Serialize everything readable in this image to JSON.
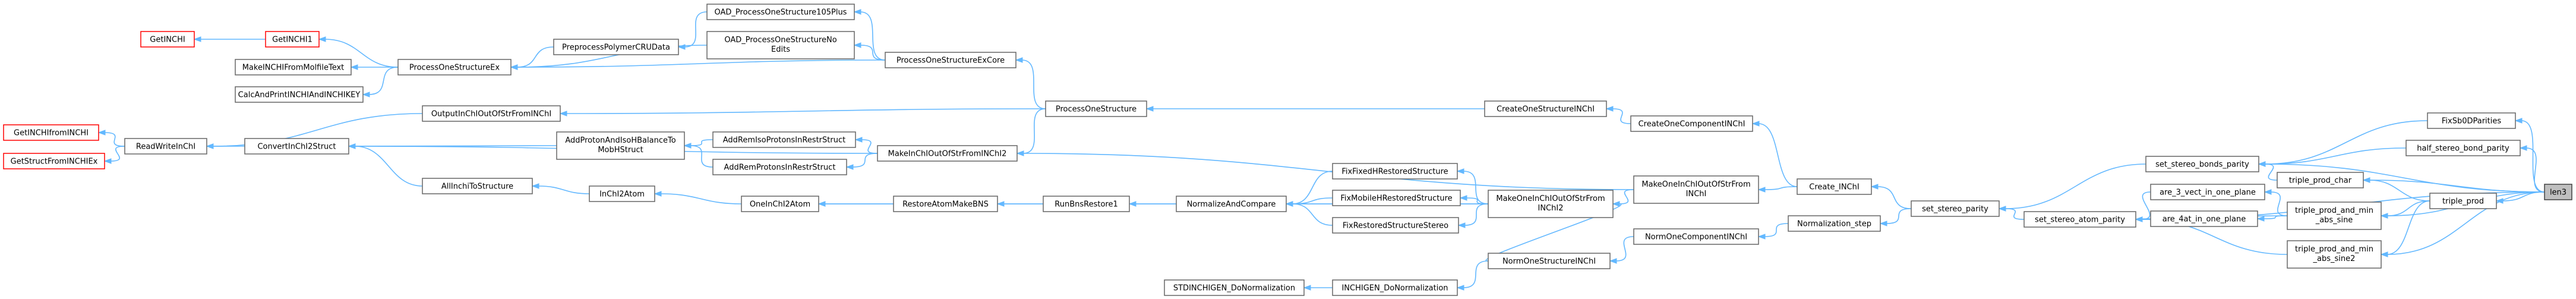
{
  "graph": {
    "colors": {
      "edge": "#63b8ff",
      "node_border": "#666666",
      "root_fill": "#bfbfbf",
      "red_border": "#ff0000"
    },
    "nodes": [
      {
        "id": "GetINCHI",
        "label": "GetINCHI",
        "style": "red"
      },
      {
        "id": "GetINCHI1",
        "label": "GetINCHI1",
        "style": "red"
      },
      {
        "id": "MakeINCHIFromMolfileText",
        "label": "MakeINCHIFromMolfileText"
      },
      {
        "id": "CalcAndPrintINCHIAndINCHIKEY",
        "label": "CalcAndPrintINCHIAndINCHIKEY"
      },
      {
        "id": "ProcessOneStructureEx",
        "label": "ProcessOneStructureEx"
      },
      {
        "id": "PreprocessPolymerCRUData",
        "label": "PreprocessPolymerCRUData"
      },
      {
        "id": "OAD_ProcessOneStructure105Plus",
        "label": "OAD_ProcessOneStructure105Plus"
      },
      {
        "id": "OAD_ProcessOneStructureNoEdits",
        "label": "OAD_ProcessOneStructureNo",
        "label2": "Edits"
      },
      {
        "id": "ProcessOneStructureExCore",
        "label": "ProcessOneStructureExCore"
      },
      {
        "id": "GetINCHIfromINCHI",
        "label": "GetINCHIfromINCHI",
        "style": "red"
      },
      {
        "id": "GetStructFromINCHIEx",
        "label": "GetStructFromINCHIEx",
        "style": "red"
      },
      {
        "id": "ReadWriteInChI",
        "label": "ReadWriteInChI"
      },
      {
        "id": "OutputInChIOutOfStrFromINChI",
        "label": "OutputInChIOutOfStrFromINChI"
      },
      {
        "id": "ConvertInChI2Struct",
        "label": "ConvertInChI2Struct"
      },
      {
        "id": "AddProtonAndIsoHBalanceToMobHStruct",
        "label": "AddProtonAndIsoHBalanceTo",
        "label2": "MobHStruct"
      },
      {
        "id": "AddRemIsoProtonsInRestrStruct",
        "label": "AddRemIsoProtonsInRestrStruct"
      },
      {
        "id": "AddRemProtonsInRestrStruct",
        "label": "AddRemProtonsInRestrStruct"
      },
      {
        "id": "MakeInChIOutOfStrFromINChI2",
        "label": "MakeInChIOutOfStrFromINChI2"
      },
      {
        "id": "ProcessOneStructure",
        "label": "ProcessOneStructure"
      },
      {
        "id": "CreateOneStructureINChI",
        "label": "CreateOneStructureINChI"
      },
      {
        "id": "CreateOneComponentINChI",
        "label": "CreateOneComponentINChI"
      },
      {
        "id": "AllInchiToStructure",
        "label": "AllInchiToStructure"
      },
      {
        "id": "InChI2Atom",
        "label": "InChI2Atom"
      },
      {
        "id": "OneInChI2Atom",
        "label": "OneInChI2Atom"
      },
      {
        "id": "RestoreAtomMakeBNS",
        "label": "RestoreAtomMakeBNS"
      },
      {
        "id": "RunBnsRestore1",
        "label": "RunBnsRestore1"
      },
      {
        "id": "NormalizeAndCompare",
        "label": "NormalizeAndCompare"
      },
      {
        "id": "FixFixedHRestoredStructure",
        "label": "FixFixedHRestoredStructure"
      },
      {
        "id": "FixMobileHRestoredStructure",
        "label": "FixMobileHRestoredStructure"
      },
      {
        "id": "FixRestoredStructureStereo",
        "label": "FixRestoredStructureStereo"
      },
      {
        "id": "MakeOneInChIOutOfStrFromINChI2",
        "label": "MakeOneInChIOutOfStrFrom",
        "label2": "INChI2"
      },
      {
        "id": "MakeOneInChIOutOfStrFromINChI",
        "label": "MakeOneInChIOutOfStrFrom",
        "label2": "INChI"
      },
      {
        "id": "Create_INChI",
        "label": "Create_INChI"
      },
      {
        "id": "STDINCHIGEN_DoNormalization",
        "label": "STDINCHIGEN_DoNormalization"
      },
      {
        "id": "INCHIGEN_DoNormalization",
        "label": "INCHIGEN_DoNormalization"
      },
      {
        "id": "NormOneStructureINChI",
        "label": "NormOneStructureINChI"
      },
      {
        "id": "NormOneComponentINChI",
        "label": "NormOneComponentINChI"
      },
      {
        "id": "Normalization_step",
        "label": "Normalization_step"
      },
      {
        "id": "set_stereo_parity",
        "label": "set_stereo_parity"
      },
      {
        "id": "set_stereo_bonds_parity",
        "label": "set_stereo_bonds_parity"
      },
      {
        "id": "set_stereo_atom_parity",
        "label": "set_stereo_atom_parity"
      },
      {
        "id": "are_3_vect_in_one_plane",
        "label": "are_3_vect_in_one_plane"
      },
      {
        "id": "are_4at_in_one_plane",
        "label": "are_4at_in_one_plane"
      },
      {
        "id": "triple_prod_char",
        "label": "triple_prod_char"
      },
      {
        "id": "triple_prod_and_min_abs_sine",
        "label": "triple_prod_and_min",
        "label2": "_abs_sine"
      },
      {
        "id": "triple_prod_and_min_abs_sine2",
        "label": "triple_prod_and_min",
        "label2": "_abs_sine2"
      },
      {
        "id": "FixSb0DParities",
        "label": "FixSb0DParities"
      },
      {
        "id": "half_stereo_bond_parity",
        "label": "half_stereo_bond_parity"
      },
      {
        "id": "triple_prod",
        "label": "triple_prod"
      },
      {
        "id": "len3",
        "label": "len3",
        "style": "root"
      }
    ],
    "edges": [
      [
        "GetINCHI1",
        "GetINCHI"
      ],
      [
        "ProcessOneStructureEx",
        "GetINCHI1"
      ],
      [
        "ProcessOneStructureEx",
        "MakeINCHIFromMolfileText"
      ],
      [
        "ProcessOneStructureEx",
        "CalcAndPrintINCHIAndINCHIKEY"
      ],
      [
        "PreprocessPolymerCRUData",
        "ProcessOneStructureEx"
      ],
      [
        "OAD_ProcessOneStructureNoEdits",
        "ProcessOneStructureEx"
      ],
      [
        "ProcessOneStructureExCore",
        "ProcessOneStructureEx"
      ],
      [
        "OAD_ProcessOneStructure105Plus",
        "PreprocessPolymerCRUData"
      ],
      [
        "ProcessOneStructureExCore",
        "OAD_ProcessOneStructure105Plus"
      ],
      [
        "ProcessOneStructureExCore",
        "OAD_ProcessOneStructureNoEdits"
      ],
      [
        "ProcessOneStructure",
        "ProcessOneStructureExCore"
      ],
      [
        "ReadWriteInChI",
        "GetINCHIfromINCHI"
      ],
      [
        "ReadWriteInChI",
        "GetStructFromINCHIEx"
      ],
      [
        "OutputInChIOutOfStrFromINChI",
        "ReadWriteInChI"
      ],
      [
        "ConvertInChI2Struct",
        "ReadWriteInChI"
      ],
      [
        "ProcessOneStructure",
        "OutputInChIOutOfStrFromINChI"
      ],
      [
        "AddProtonAndIsoHBalanceToMobHStruct",
        "ConvertInChI2Struct"
      ],
      [
        "AllInchiToStructure",
        "ConvertInChI2Struct"
      ],
      [
        "MakeInChIOutOfStrFromINChI2",
        "ConvertInChI2Struct"
      ],
      [
        "AddRemIsoProtonsInRestrStruct",
        "AddProtonAndIsoHBalanceToMobHStruct"
      ],
      [
        "AddRemProtonsInRestrStruct",
        "AddProtonAndIsoHBalanceToMobHStruct"
      ],
      [
        "MakeInChIOutOfStrFromINChI2",
        "AddRemIsoProtonsInRestrStruct"
      ],
      [
        "MakeInChIOutOfStrFromINChI2",
        "AddRemProtonsInRestrStruct"
      ],
      [
        "ProcessOneStructure",
        "MakeInChIOutOfStrFromINChI2"
      ],
      [
        "MakeOneInChIOutOfStrFromINChI",
        "MakeInChIOutOfStrFromINChI2"
      ],
      [
        "CreateOneStructureINChI",
        "ProcessOneStructure"
      ],
      [
        "CreateOneComponentINChI",
        "CreateOneStructureINChI"
      ],
      [
        "Create_INChI",
        "CreateOneComponentINChI"
      ],
      [
        "InChI2Atom",
        "AllInchiToStructure"
      ],
      [
        "OneInChI2Atom",
        "InChI2Atom"
      ],
      [
        "RestoreAtomMakeBNS",
        "OneInChI2Atom"
      ],
      [
        "MakeOneInChIOutOfStrFromINChI2",
        "OneInChI2Atom"
      ],
      [
        "RunBnsRestore1",
        "RestoreAtomMakeBNS"
      ],
      [
        "NormalizeAndCompare",
        "RunBnsRestore1"
      ],
      [
        "FixFixedHRestoredStructure",
        "NormalizeAndCompare"
      ],
      [
        "FixMobileHRestoredStructure",
        "NormalizeAndCompare"
      ],
      [
        "FixRestoredStructureStereo",
        "NormalizeAndCompare"
      ],
      [
        "MakeOneInChIOutOfStrFromINChI2",
        "NormalizeAndCompare"
      ],
      [
        "MakeOneInChIOutOfStrFromINChI2",
        "FixFixedHRestoredStructure"
      ],
      [
        "MakeOneInChIOutOfStrFromINChI2",
        "FixMobileHRestoredStructure"
      ],
      [
        "MakeOneInChIOutOfStrFromINChI2",
        "FixRestoredStructureStereo"
      ],
      [
        "MakeOneInChIOutOfStrFromINChI",
        "MakeOneInChIOutOfStrFromINChI2"
      ],
      [
        "NormOneStructureINChI",
        "MakeOneInChIOutOfStrFromINChI2"
      ],
      [
        "Create_INChI",
        "MakeOneInChIOutOfStrFromINChI"
      ],
      [
        "INCHIGEN_DoNormalization",
        "STDINCHIGEN_DoNormalization"
      ],
      [
        "NormOneStructureINChI",
        "INCHIGEN_DoNormalization"
      ],
      [
        "NormOneComponentINChI",
        "NormOneStructureINChI"
      ],
      [
        "Normalization_step",
        "NormOneComponentINChI"
      ],
      [
        "set_stereo_parity",
        "Create_INChI"
      ],
      [
        "set_stereo_parity",
        "Normalization_step"
      ],
      [
        "set_stereo_bonds_parity",
        "set_stereo_parity"
      ],
      [
        "set_stereo_atom_parity",
        "set_stereo_parity"
      ],
      [
        "are_3_vect_in_one_plane",
        "set_stereo_atom_parity"
      ],
      [
        "are_4at_in_one_plane",
        "set_stereo_atom_parity"
      ],
      [
        "triple_prod_and_min_abs_sine",
        "set_stereo_atom_parity"
      ],
      [
        "triple_prod_and_min_abs_sine2",
        "set_stereo_atom_parity"
      ],
      [
        "triple_prod_char",
        "set_stereo_bonds_parity"
      ],
      [
        "triple_prod_and_min_abs_sine",
        "are_3_vect_in_one_plane"
      ],
      [
        "triple_prod_and_min_abs_sine",
        "are_4at_in_one_plane"
      ],
      [
        "FixSb0DParities",
        "set_stereo_bonds_parity"
      ],
      [
        "half_stereo_bond_parity",
        "set_stereo_bonds_parity"
      ],
      [
        "triple_prod",
        "triple_prod_char"
      ],
      [
        "triple_prod",
        "triple_prod_and_min_abs_sine"
      ],
      [
        "triple_prod",
        "triple_prod_and_min_abs_sine2"
      ],
      [
        "len3",
        "FixSb0DParities"
      ],
      [
        "len3",
        "half_stereo_bond_parity"
      ],
      [
        "len3",
        "triple_prod"
      ],
      [
        "len3",
        "set_stereo_atom_parity"
      ],
      [
        "len3",
        "triple_prod_and_min_abs_sine"
      ],
      [
        "len3",
        "triple_prod_and_min_abs_sine2"
      ],
      [
        "len3",
        "triple_prod_char"
      ],
      [
        "len3",
        "set_stereo_bonds_parity"
      ]
    ]
  }
}
